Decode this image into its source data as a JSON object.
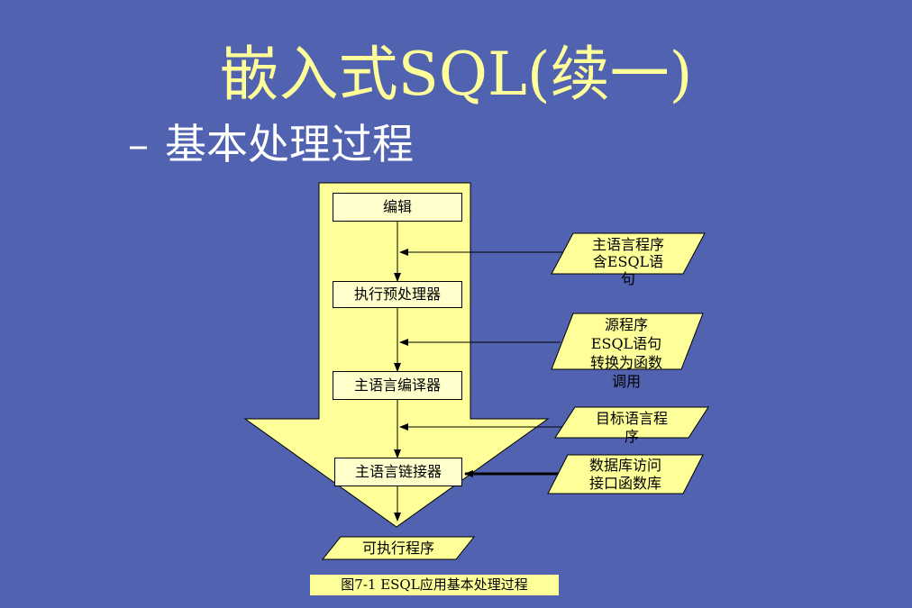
{
  "slide": {
    "title": "嵌入式SQL(续一)",
    "subtitle_dash": "–",
    "subtitle": "基本处理过程"
  },
  "diagram": {
    "steps": [
      "编辑",
      "执行预处理器",
      "主语言编译器",
      "主语言链接器"
    ],
    "inputs": [
      {
        "lines": [
          "主语言程序",
          "含ESQL语",
          "句"
        ]
      },
      {
        "lines": [
          "源程序",
          "ESQL语句",
          "转换为函数",
          "调用"
        ]
      },
      {
        "lines": [
          "目标语言程",
          "序"
        ]
      },
      {
        "lines": [
          "数据库访问",
          "接口函数库"
        ]
      }
    ],
    "output": "可执行程序",
    "caption": "图7-1 ESQL应用基本处理过程"
  },
  "colors": {
    "background": "#5062b0",
    "title": "#ffff99",
    "arrow_fill": "#ffff99",
    "box_fill": "#ffffcc"
  }
}
